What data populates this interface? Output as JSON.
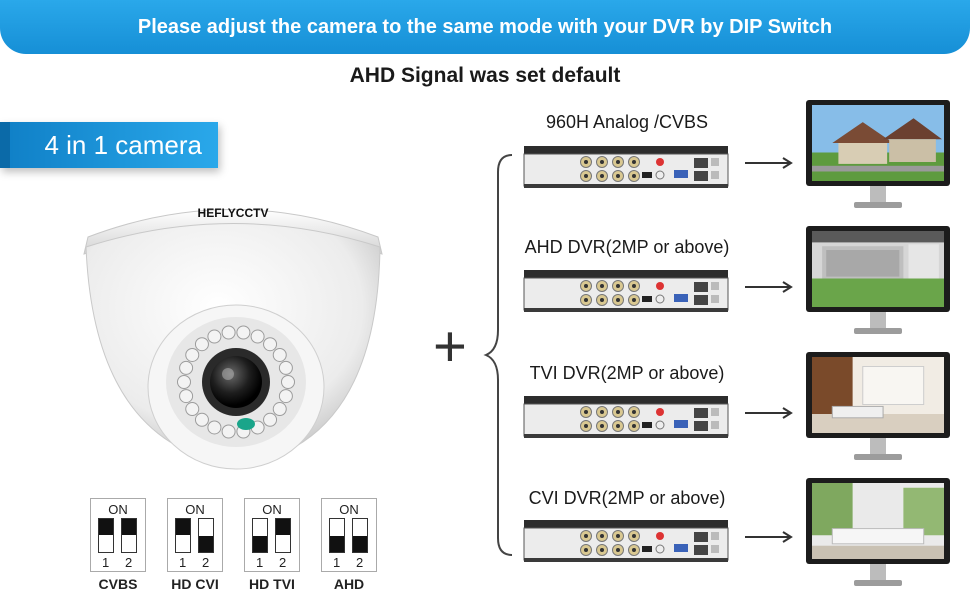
{
  "banner": {
    "text": "Please adjust the camera to the same mode with your DVR by DIP Switch"
  },
  "subtitle": "AHD Signal was set default",
  "camera_tag": "4 in 1 camera",
  "camera": {
    "brand": "HEFLYCCTV"
  },
  "dip": {
    "on_label": "ON",
    "num1": "1",
    "num2": "2",
    "modes": [
      {
        "name": "CVBS",
        "sw1": "on",
        "sw2": "on"
      },
      {
        "name": "HD CVI",
        "sw1": "on",
        "sw2": "off"
      },
      {
        "name": "HD TVI",
        "sw1": "off",
        "sw2": "on"
      },
      {
        "name": "AHD",
        "sw1": "off",
        "sw2": "off"
      }
    ]
  },
  "plus": "+",
  "dvrs": [
    {
      "label": "960H Analog /CVBS",
      "scene": "houses"
    },
    {
      "label": "AHD DVR(2MP or above)",
      "scene": "garage"
    },
    {
      "label": "TVI DVR(2MP or above)",
      "scene": "living-room"
    },
    {
      "label": "CVI DVR(2MP or above)",
      "scene": "lounge"
    }
  ]
}
